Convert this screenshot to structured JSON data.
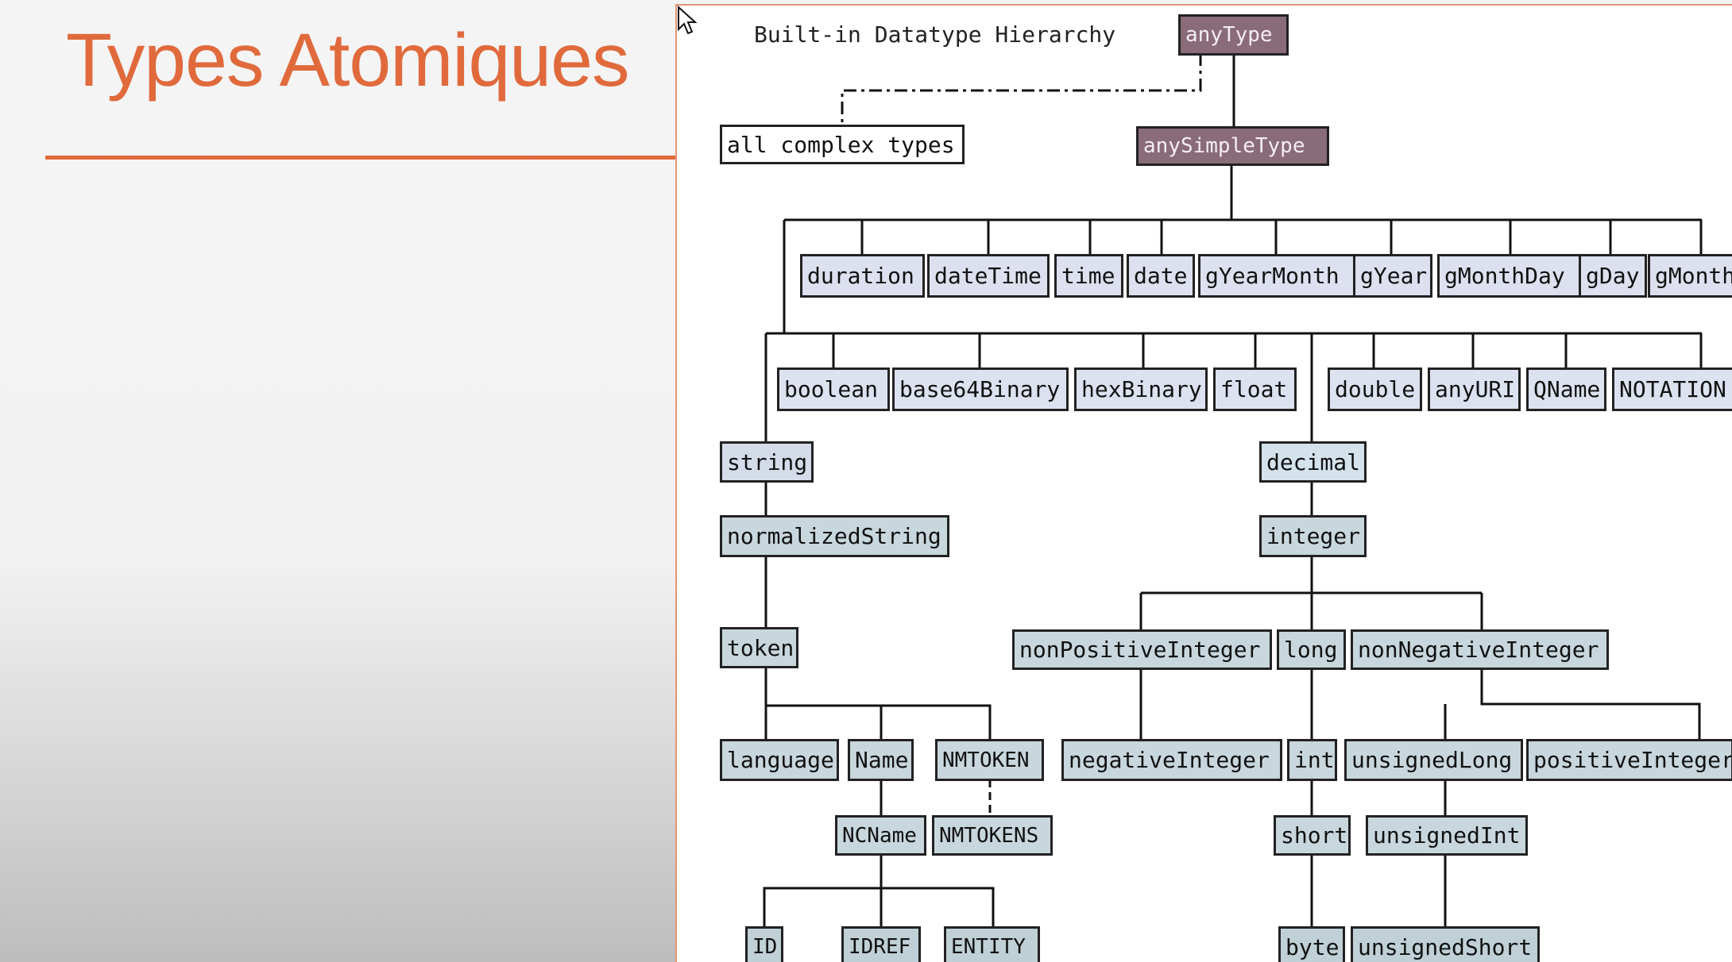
{
  "slide": {
    "title": "Types Atomiques"
  },
  "figure": {
    "title": "Built-in Datatype Hierarchy"
  },
  "nodes": {
    "anyType": "anyType",
    "all_complex_types": "all complex types",
    "anySimpleType": "anySimpleType",
    "duration": "duration",
    "dateTime": "dateTime",
    "time": "time",
    "date": "date",
    "gYearMonth": "gYearMonth",
    "gYear": "gYear",
    "gMonthDay": "gMonthDay",
    "gDay": "gDay",
    "gMonth": "gMonth",
    "boolean": "boolean",
    "base64Binary": "base64Binary",
    "hexBinary": "hexBinary",
    "float": "float",
    "double": "double",
    "anyURI": "anyURI",
    "QName": "QName",
    "NOTATION": "NOTATION",
    "string": "string",
    "normalizedString": "normalizedString",
    "token": "token",
    "language": "language",
    "Name": "Name",
    "NMTOKEN": "NMTOKEN",
    "NCName": "NCName",
    "NMTOKENS": "NMTOKENS",
    "ID": "ID",
    "IDREF": "IDREF",
    "ENTITY": "ENTITY",
    "decimal": "decimal",
    "integer": "integer",
    "nonPositiveInteger": "nonPositiveInteger",
    "long": "long",
    "nonNegativeInteger": "nonNegativeInteger",
    "negativeInteger": "negativeInteger",
    "int": "int",
    "unsignedLong": "unsignedLong",
    "positiveInteger": "positiveInteger",
    "short": "short",
    "unsignedInt": "unsignedInt",
    "byte": "byte",
    "unsignedShort": "unsignedShort"
  },
  "colors": {
    "accent": "#e06a3c",
    "root_fill": "#8a6b7a",
    "primitive_fill": "#dde0ee",
    "derived_fill": "#c8d7dd"
  },
  "icons": {
    "cursor": "mouse-pointer-icon"
  }
}
